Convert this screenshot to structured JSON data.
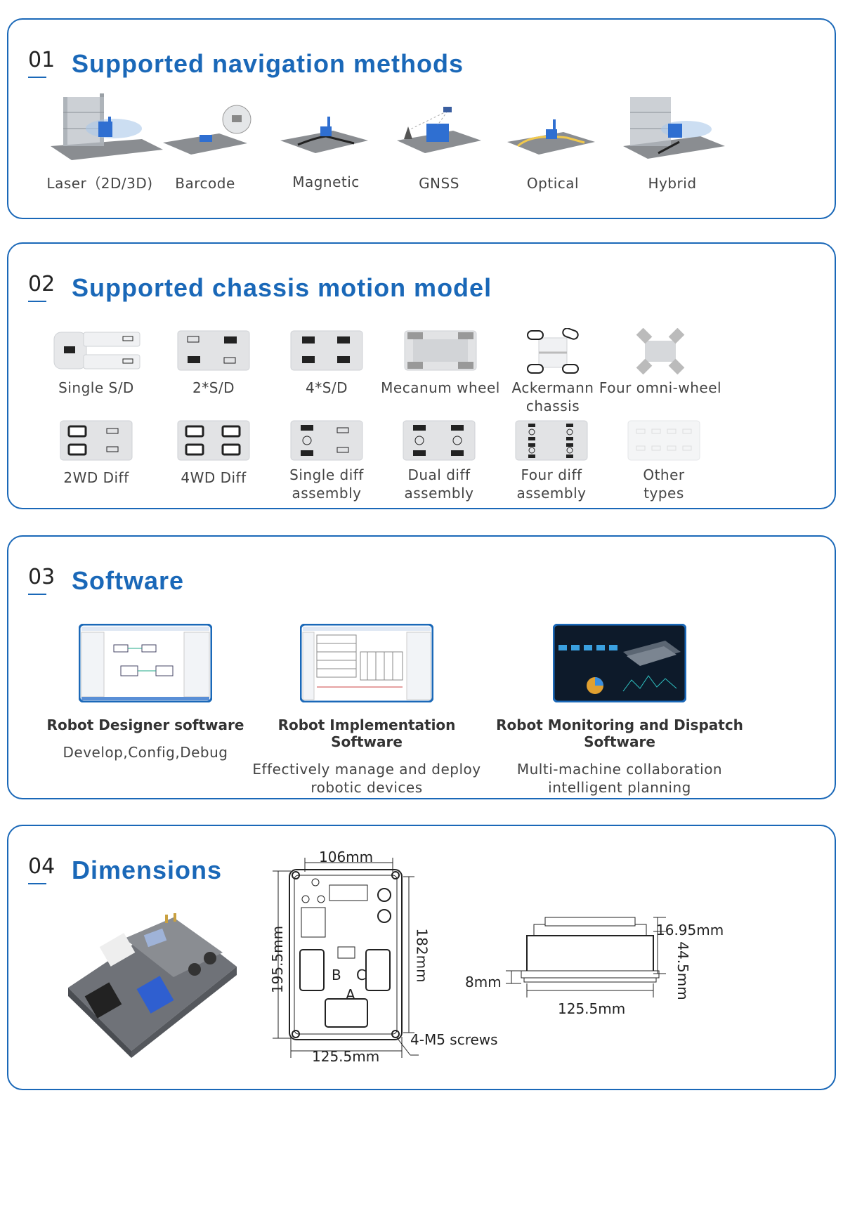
{
  "sections": [
    {
      "num": "01",
      "title": "Supported navigation methods"
    },
    {
      "num": "02",
      "title": "Supported chassis motion model"
    },
    {
      "num": "03",
      "title": "Software"
    },
    {
      "num": "04",
      "title": "Dimensions"
    }
  ],
  "navigation": [
    "Laser（2D/3D)",
    "Barcode",
    "Magnetic",
    "GNSS",
    "Optical",
    "Hybrid"
  ],
  "chassis_row1": [
    {
      "line1": "Single S/D",
      "line2": ""
    },
    {
      "line1": "2*S/D",
      "line2": ""
    },
    {
      "line1": "4*S/D",
      "line2": ""
    },
    {
      "line1": "Mecanum  wheel",
      "line2": ""
    },
    {
      "line1": "Ackermann",
      "line2": "chassis"
    },
    {
      "line1": "Four omni-wheel",
      "line2": ""
    }
  ],
  "chassis_row2": [
    {
      "line1": "2WD Diff",
      "line2": ""
    },
    {
      "line1": "4WD Diff",
      "line2": ""
    },
    {
      "line1": "Single diff",
      "line2": "assembly"
    },
    {
      "line1": "Dual diff",
      "line2": "assembly"
    },
    {
      "line1": "Four diff",
      "line2": "assembly"
    },
    {
      "line1": "Other",
      "line2": "types"
    }
  ],
  "software": [
    {
      "title": "Robot Designer software",
      "desc1": "Develop,Config,Debug",
      "desc2": ""
    },
    {
      "title": "Robot Implementation Software",
      "desc1": "Effectively manage and deploy",
      "desc2": "robotic devices"
    },
    {
      "title": "Robot Monitoring and Dispatch Software",
      "desc1": "Multi-machine collaboration",
      "desc2": "intelligent planning"
    }
  ],
  "dimensions": {
    "top_width": "106mm",
    "outer_height": "195.5mm",
    "inner_height": "182mm",
    "bottom_width": "125.5mm",
    "screws": "4-M5 screws",
    "connector_a": "A",
    "connector_b": "B",
    "connector_c": "C",
    "side_top": "16.95mm",
    "side_height": "44.5mm",
    "side_base": "8mm",
    "side_width": "125.5mm"
  },
  "colors": {
    "accent": "#1a68b8",
    "robot_blue": "#2f6fd1",
    "floor": "#8f9296"
  }
}
